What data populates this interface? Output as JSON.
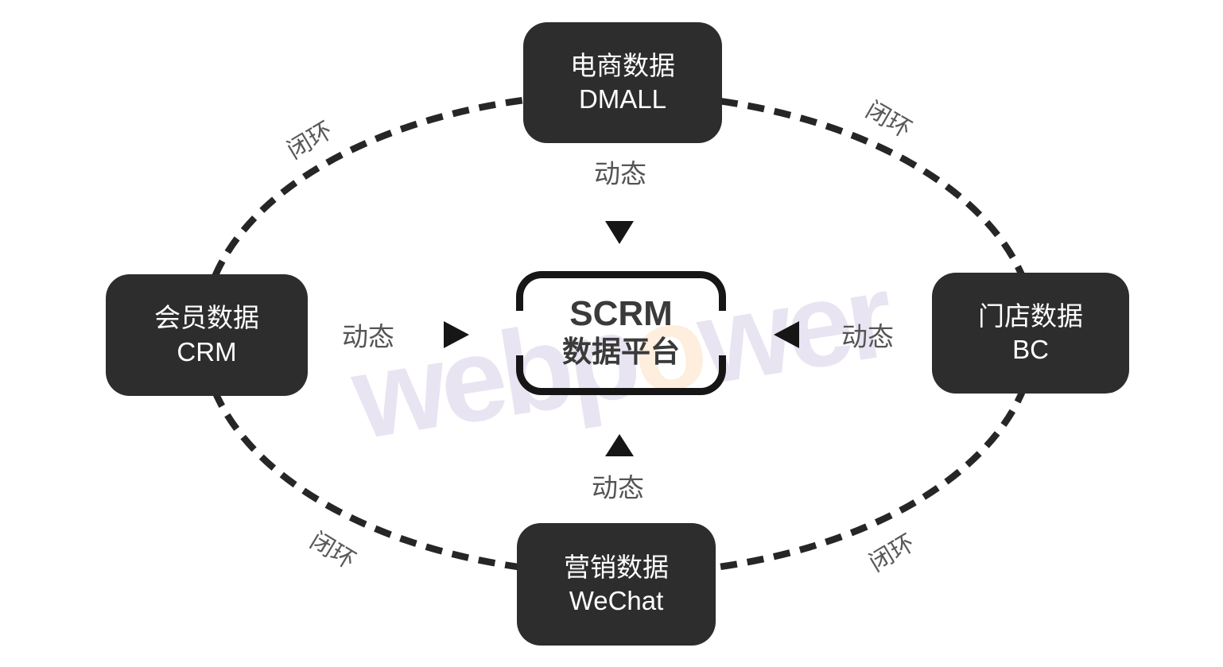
{
  "diagram": {
    "center": {
      "line1": "SCRM",
      "line2": "数据平台"
    },
    "nodes": {
      "top": {
        "line1": "电商数据",
        "line2": "DMALL"
      },
      "left": {
        "line1": "会员数据",
        "line2": "CRM"
      },
      "right": {
        "line1": "门店数据",
        "line2": "BC"
      },
      "bottom": {
        "line1": "营销数据",
        "line2": "WeChat"
      }
    },
    "flow_labels": {
      "top": "动态",
      "left": "动态",
      "right": "动态",
      "bottom": "动态"
    },
    "loop_labels": {
      "top_left": "闭环",
      "top_right": "闭环",
      "bottom_left": "闭环",
      "bottom_right": "闭环"
    }
  },
  "watermark": {
    "prefix": "webp",
    "highlight": "o",
    "suffix": "wer"
  },
  "icons": {
    "arrow_down": "triangle-down",
    "arrow_up": "triangle-up",
    "arrow_right": "triangle-right",
    "arrow_left": "triangle-left"
  },
  "colors": {
    "background": "#ffffff",
    "node_background": "#2d2d2d",
    "node_text": "#ffffff",
    "center_border": "#161616",
    "center_text": "#3a3a3a",
    "label_gray": "#575757",
    "dash_stroke": "#262626",
    "watermark_main": "#e9e4f2",
    "watermark_accent": "#fdeedd"
  }
}
